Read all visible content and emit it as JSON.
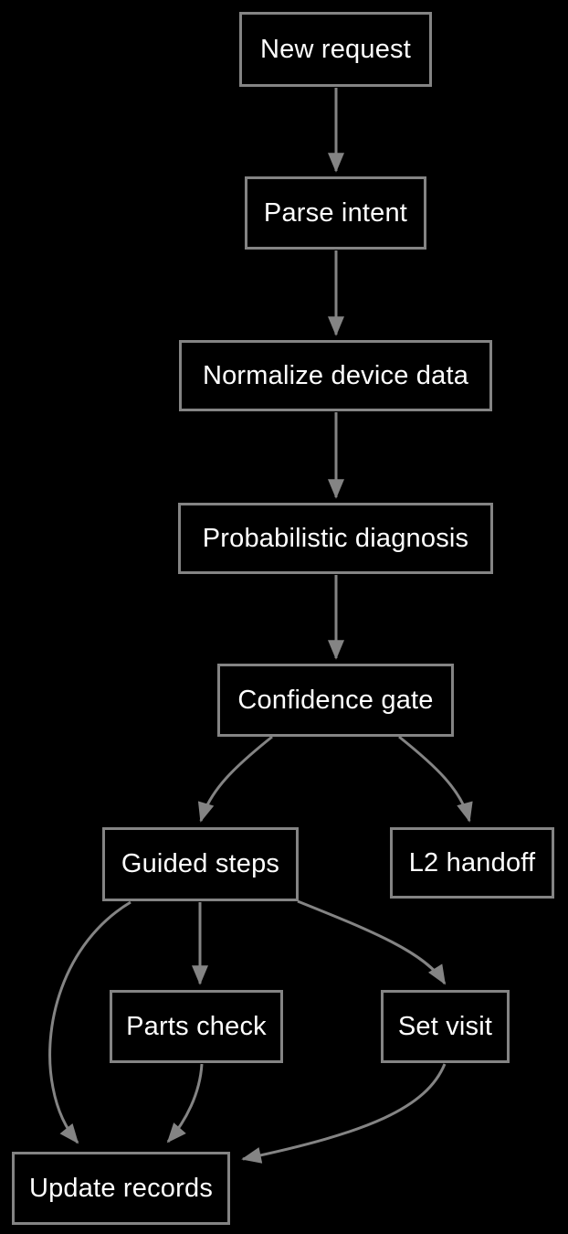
{
  "diagram": {
    "type": "flowchart",
    "background_color": "#000000",
    "node_border_color": "#848484",
    "node_fill_color": "#000000",
    "node_text_color": "#ffffff",
    "edge_color": "#848484",
    "nodes": [
      {
        "id": "new_request",
        "label": "New request"
      },
      {
        "id": "parse_intent",
        "label": "Parse intent"
      },
      {
        "id": "normalize_device_data",
        "label": "Normalize device data"
      },
      {
        "id": "probabilistic_diagnosis",
        "label": "Probabilistic diagnosis"
      },
      {
        "id": "confidence_gate",
        "label": "Confidence gate"
      },
      {
        "id": "guided_steps",
        "label": "Guided steps"
      },
      {
        "id": "l2_handoff",
        "label": "L2 handoff"
      },
      {
        "id": "parts_check",
        "label": "Parts check"
      },
      {
        "id": "set_visit",
        "label": "Set visit"
      },
      {
        "id": "update_records",
        "label": "Update records"
      }
    ],
    "edges": [
      {
        "from": "New request",
        "to": "Parse intent"
      },
      {
        "from": "Parse intent",
        "to": "Normalize device data"
      },
      {
        "from": "Normalize device data",
        "to": "Probabilistic diagnosis"
      },
      {
        "from": "Probabilistic diagnosis",
        "to": "Confidence gate"
      },
      {
        "from": "Confidence gate",
        "to": "Guided steps"
      },
      {
        "from": "Confidence gate",
        "to": "L2 handoff"
      },
      {
        "from": "Guided steps",
        "to": "Parts check"
      },
      {
        "from": "Guided steps",
        "to": "Set visit"
      },
      {
        "from": "Guided steps",
        "to": "Update records"
      },
      {
        "from": "Parts check",
        "to": "Update records"
      },
      {
        "from": "Set visit",
        "to": "Update records"
      }
    ]
  }
}
